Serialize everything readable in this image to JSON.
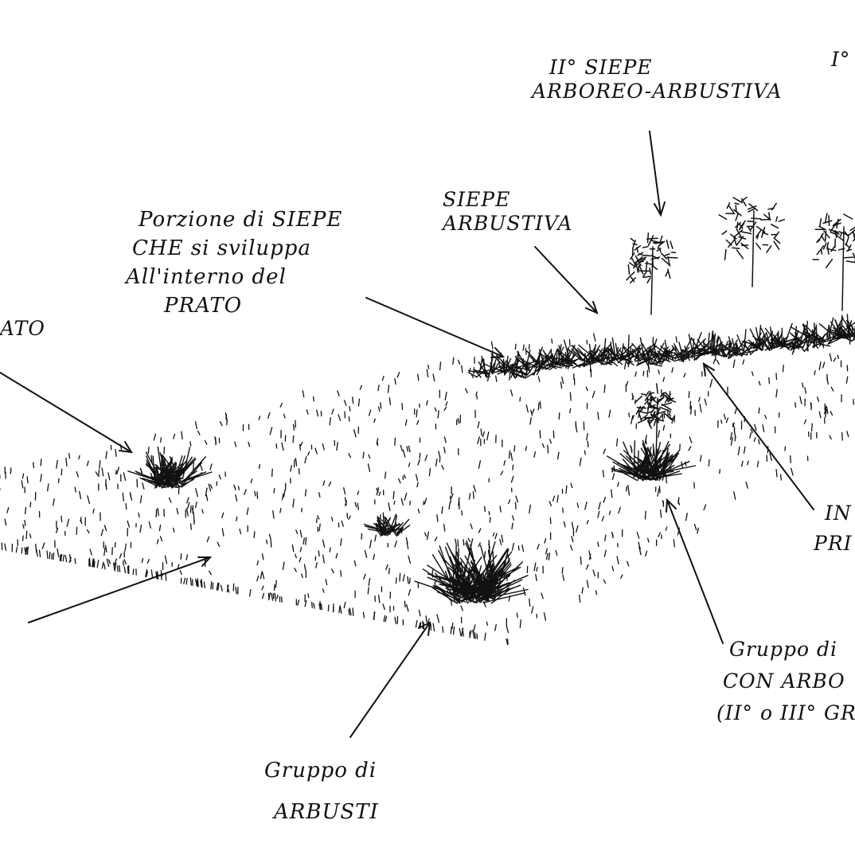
{
  "colors": {
    "ink": "#111111",
    "paper": "#ffffff"
  },
  "labels": {
    "siepe_arboreo_arbustiva": [
      "II° SIEPE",
      "ARBOREO-ARBUSTIVA"
    ],
    "siepe_i_partial": [
      "I°"
    ],
    "siepe_arbustiva": [
      "SIEPE",
      "ARBUSTIVA"
    ],
    "porzione_siepe": [
      "Porzione di SIEPE",
      "CHE si sviluppa",
      "All'interno del",
      "PRATO"
    ],
    "prato_partial": [
      "ATO"
    ],
    "interno_partial": [
      "IN",
      "PRI"
    ],
    "gruppo_arbusti_alberi": [
      "Gruppo di",
      "CON ARBO",
      "(II° o III° GRAN"
    ],
    "gruppo_arbusti": [
      "Gruppo di",
      "ARBUSTI"
    ]
  }
}
